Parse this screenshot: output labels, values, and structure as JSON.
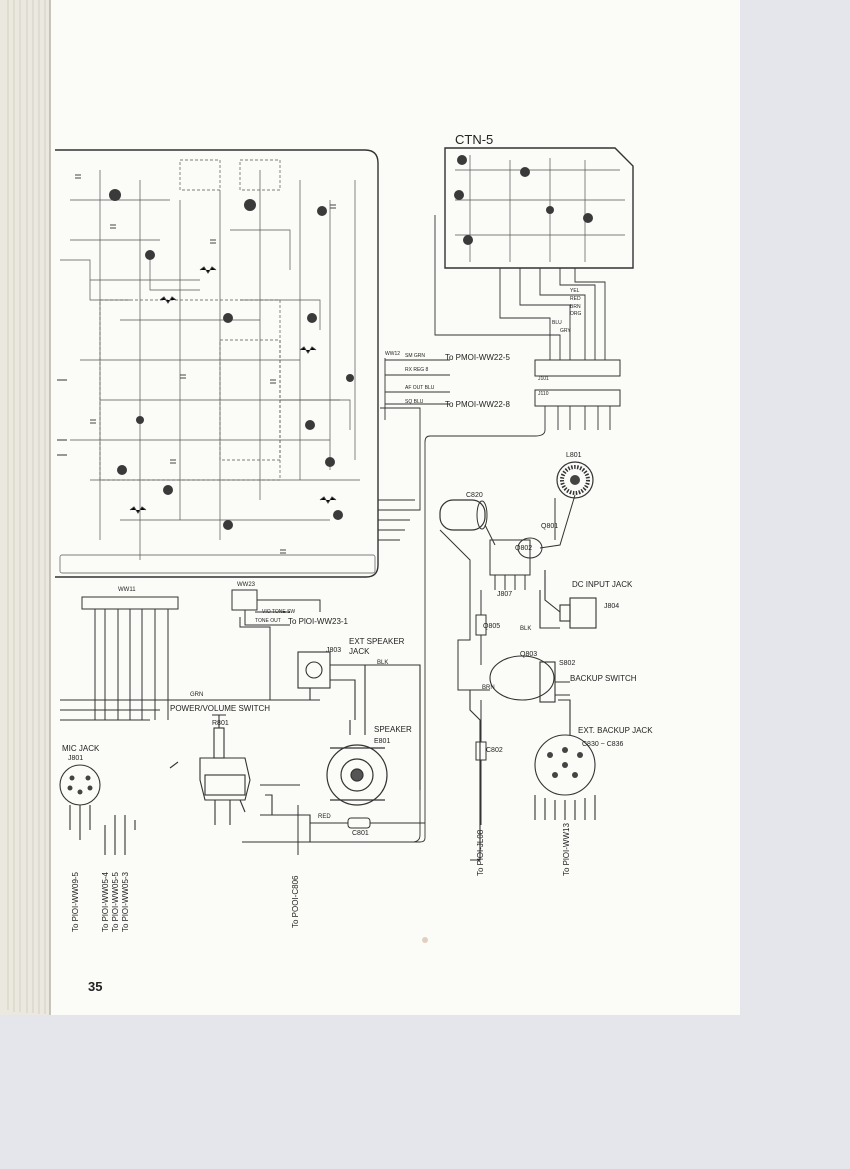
{
  "page_number": "35",
  "boards": {
    "ctn5": "CTN-5"
  },
  "connections": {
    "pm_ww22_5": "To PMOI-WW22-5",
    "pm_ww22_8": "To PMOI-WW22-8",
    "pl_ww23_1": "To PlOI-WW23-1",
    "pl_ww09_5": "To PlOI-WW09-5",
    "pl_ww05_4": "To PlOI-WW05-4",
    "pl_ww05_5": "To PlOI-WW05-5",
    "pl_ww05_3": "To PlOI-WW05-3",
    "po_c806": "To POOI-C806",
    "pl_jl08": "To PlOI-JL08",
    "pl_ww13": "To PlOI-WW13"
  },
  "components": {
    "l801": "L801",
    "c820": "C820",
    "q801": "Q801",
    "q802": "Q802",
    "j807": "J807",
    "dc_input_jack": "DC INPUT JACK",
    "j804": "J804",
    "q805": "Q805",
    "q803": "Q803",
    "s802": "S802",
    "backup_switch": "BACKUP SWITCH",
    "ext_speaker_jack": "EXT SPEAKER",
    "ext_speaker_jack2": "JACK",
    "j803": "J803",
    "speaker": "SPEAKER",
    "e801": "E801",
    "power_volume_switch": "POWER/VOLUME SWITCH",
    "r801": "R801",
    "mic_jack": "MIC JACK",
    "j801": "J801",
    "c801": "C801",
    "c802": "C802",
    "ext_backup_jack": "EXT. BACKUP JACK",
    "c830_c836": "C830 ~ C836",
    "ww23": "WW23",
    "ww11": "WW11",
    "ww12": "WW12",
    "j101": "J101",
    "j110": "J110"
  },
  "wires": {
    "yel": "YEL",
    "red": "RED",
    "brn": "BRN",
    "orn": "ORG",
    "blu": "BLU",
    "gry": "GRY",
    "blk": "BLK",
    "grn": "GRN",
    "sm_grn": "SM GRN",
    "rx_reg": "RX REG 8",
    "af_out_blu": "AF OUT BLU",
    "sq_blu": "SQ  BLU",
    "vio_tone": "VIO   TONE  SW",
    "tone_out": "TONE OUT"
  },
  "colors": {
    "paper": "#fbfbf8",
    "ink": "#2a2a2a",
    "background": "#e4e6ec"
  }
}
